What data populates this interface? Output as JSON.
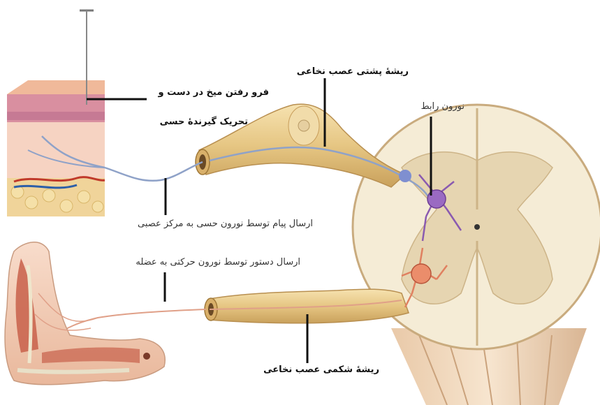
{
  "labels": {
    "nail_line1": "فرو رفتن میخ در دست و",
    "nail_line2": "تحریک گیرندۀ حسی",
    "dorsal_root": "ریشۀ پشتی عصب نخاعی",
    "interneuron": "نورون رابط",
    "sensory_message": "ارسال پیام توسط نورون حسی به مرکز عصبی",
    "motor_command": "ارسال دستور توسط نورون حرکتی به عضله",
    "ventral_root": "ریشۀ شکمی عصب نخاعی"
  },
  "colors": {
    "skin": "#f3c4a6",
    "nerve": "#e8c98a",
    "cord_white": "#f5ecd6",
    "cord_gray": "#e4d4b2",
    "sensory_neuron": "#8fa2c8",
    "interneuron": "#8a5ab0",
    "motor_neuron": "#e08060",
    "muscle": "#c8604a"
  }
}
